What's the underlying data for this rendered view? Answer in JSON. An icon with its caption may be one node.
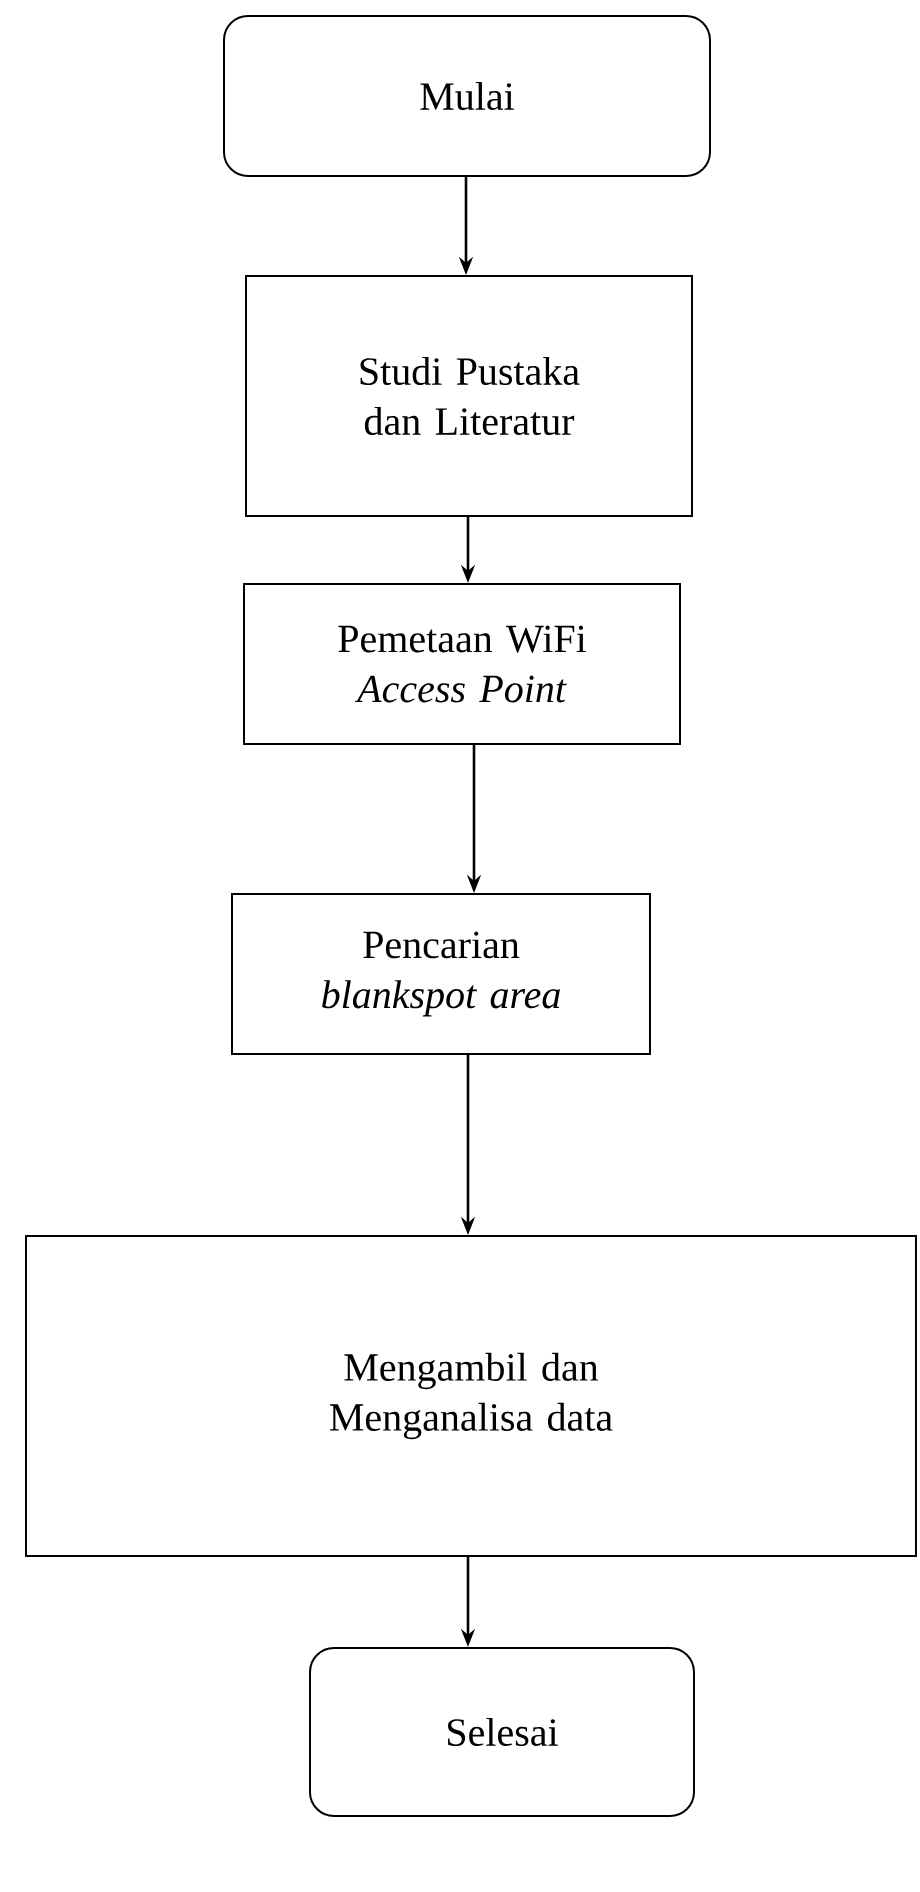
{
  "diagram": {
    "nodes": [
      {
        "text": [
          "Mulai"
        ]
      },
      {
        "text": [
          "Studi Pustaka dan Literatur"
        ]
      },
      {
        "text": [
          "Pemetaan WiFi *Access Point*"
        ]
      },
      {
        "text": [
          "Pencarian *blankspot area*"
        ]
      },
      {
        "text": [
          "Mengambil dan Menganalisa data"
        ]
      },
      {
        "text": [
          "Selesai"
        ]
      }
    ],
    "edges": [
      {
        "from": 0,
        "to": 1,
        "arrow": "to"
      },
      {
        "from": 1,
        "to": 2,
        "arrow": "to"
      },
      {
        "from": 2,
        "to": 3,
        "arrow": "to"
      },
      {
        "from": 3,
        "to": 4,
        "arrow": "to"
      },
      {
        "from": 4,
        "to": 5,
        "arrow": "to"
      }
    ]
  }
}
